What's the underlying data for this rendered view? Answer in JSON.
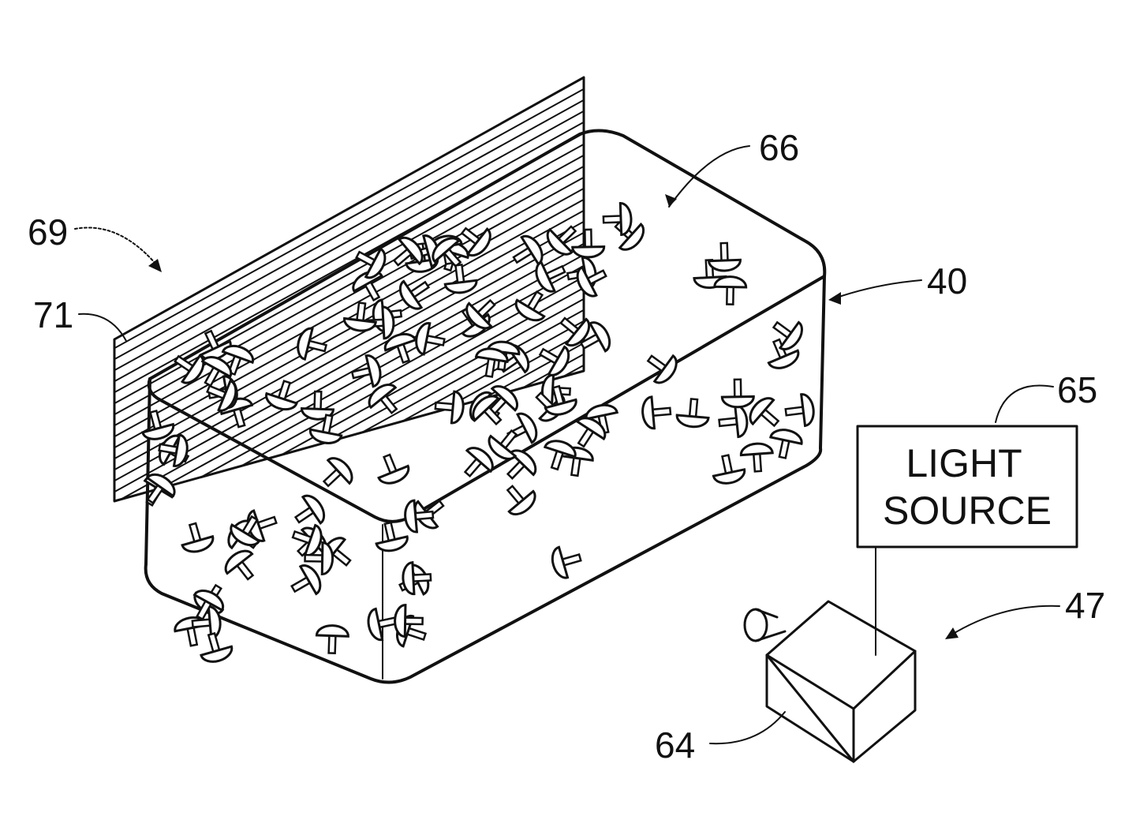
{
  "labels": {
    "ref_66": "66",
    "ref_69": "69",
    "ref_71": "71",
    "ref_40": "40",
    "ref_65": "65",
    "ref_47": "47",
    "ref_64": "64"
  },
  "light_source_box": {
    "line1": "LIGHT",
    "line2": "SOURCE"
  }
}
